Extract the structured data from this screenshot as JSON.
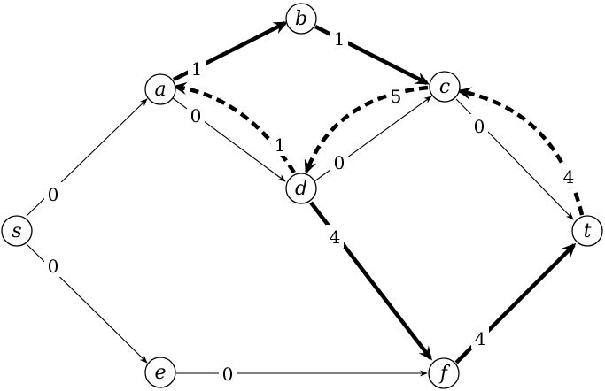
{
  "nodes": [
    {
      "id": "s",
      "label": "s"
    },
    {
      "id": "a",
      "label": "a"
    },
    {
      "id": "b",
      "label": "b"
    },
    {
      "id": "c",
      "label": "c"
    },
    {
      "id": "d",
      "label": "d"
    },
    {
      "id": "e",
      "label": "e"
    },
    {
      "id": "f",
      "label": "f"
    },
    {
      "id": "t",
      "label": "t"
    }
  ],
  "edges": [
    {
      "id": "s-a",
      "from": "s",
      "to": "a",
      "label": "0",
      "style": "thin"
    },
    {
      "id": "s-e",
      "from": "s",
      "to": "e",
      "label": "0",
      "style": "thin"
    },
    {
      "id": "a-b",
      "from": "a",
      "to": "b",
      "label": "1",
      "style": "thick"
    },
    {
      "id": "b-c",
      "from": "b",
      "to": "c",
      "label": "1",
      "style": "thick"
    },
    {
      "id": "a-d",
      "from": "a",
      "to": "d",
      "label": "0",
      "style": "thin"
    },
    {
      "id": "d-a",
      "from": "d",
      "to": "a",
      "label": "1",
      "style": "dashed"
    },
    {
      "id": "d-c",
      "from": "d",
      "to": "c",
      "label": "0",
      "style": "thin"
    },
    {
      "id": "c-d",
      "from": "c",
      "to": "d",
      "label": "5",
      "style": "dashed"
    },
    {
      "id": "c-t",
      "from": "c",
      "to": "t",
      "label": "0",
      "style": "thin"
    },
    {
      "id": "t-c",
      "from": "t",
      "to": "c",
      "label": "4",
      "style": "dashed"
    },
    {
      "id": "d-f",
      "from": "d",
      "to": "f",
      "label": "4",
      "style": "thick"
    },
    {
      "id": "f-t",
      "from": "f",
      "to": "t",
      "label": "4",
      "style": "thick"
    },
    {
      "id": "e-f",
      "from": "e",
      "to": "f",
      "label": "0",
      "style": "thin"
    }
  ]
}
